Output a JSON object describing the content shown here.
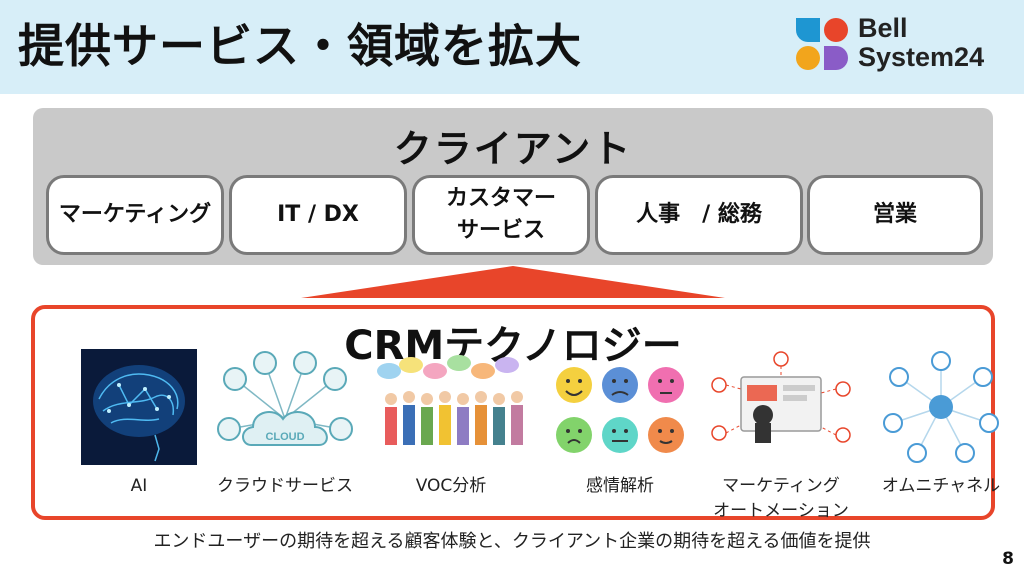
{
  "header": {
    "title": "提供サービス・領域を拡大",
    "logo": {
      "line1": "Bell",
      "line2": "System24",
      "colors": [
        "#1e96d2",
        "#e8452a",
        "#f2a51c",
        "#8a5cc7"
      ]
    }
  },
  "client": {
    "title": "クライアント",
    "boxes": [
      "マーケティング",
      "IT / DX",
      "カスタマー\nサービス",
      "人事　/ 総務",
      "営業"
    ]
  },
  "crm": {
    "title": "CRMテクノロジー",
    "items": [
      {
        "icon": "ai-brain-icon",
        "label": "AI"
      },
      {
        "icon": "cloud-service-icon",
        "label": "クラウドサービス"
      },
      {
        "icon": "voc-people-icon",
        "label": "VOC分析"
      },
      {
        "icon": "emotion-faces-icon",
        "label": "感情解析"
      },
      {
        "icon": "marketing-automation-icon",
        "label": "マーケティング\nオートメーション"
      },
      {
        "icon": "omnichannel-icon",
        "label": "オムニチャネル"
      }
    ]
  },
  "footer": "エンドユーザーの期待を超える顧客体験と、クライアント企業の期待を超える価値を提供",
  "page_number": "8",
  "colors": {
    "header_bg": "#d7eef8",
    "accent_red": "#e8452a",
    "panel_gray": "#c9c9c9"
  }
}
